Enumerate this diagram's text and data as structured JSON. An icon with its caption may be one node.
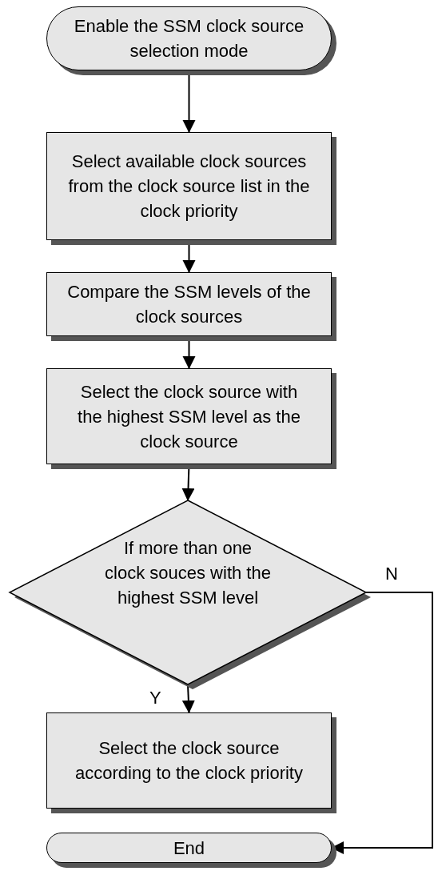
{
  "diagram": {
    "nodes": [
      {
        "text": [
          "Enable the SSM clock source selection mode"
        ]
      },
      {
        "text": [
          "Select available clock sources from the clock source list in the clock priority"
        ]
      },
      {
        "text": [
          "Compare the SSM levels of the clock sources"
        ]
      },
      {
        "text": [
          "Select the clock source with the highest SSM level as the clock source"
        ]
      },
      {
        "text": [
          "If more than one clock souces with the highest SSM level"
        ]
      },
      {
        "text": [
          "Select the clock source according to the clock priority"
        ]
      },
      {
        "text": [
          "End"
        ]
      }
    ],
    "edges": [
      {
        "from": 0,
        "to": 1,
        "arrow": "to"
      },
      {
        "from": 1,
        "to": 2,
        "arrow": "to"
      },
      {
        "from": 2,
        "to": 3,
        "arrow": "to"
      },
      {
        "from": 3,
        "to": 4,
        "arrow": "to"
      },
      {
        "from": 4,
        "to": 5,
        "arrow": "to",
        "label": "Y"
      },
      {
        "from": 4,
        "to": 6,
        "arrow": "to",
        "label": "N"
      }
    ]
  }
}
